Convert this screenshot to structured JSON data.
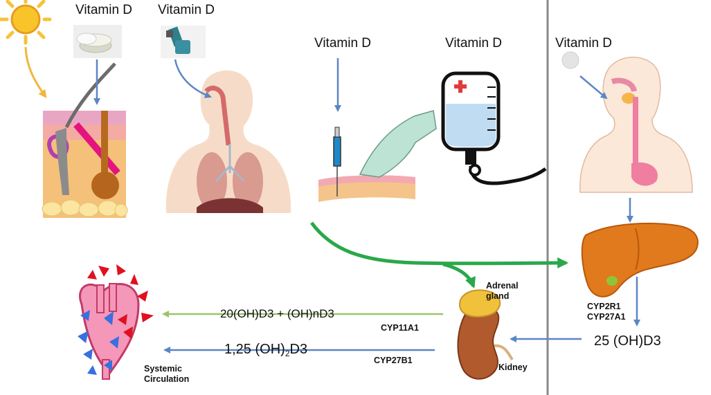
{
  "sources": {
    "sun_label": "Vitamin D",
    "inhaler_label": "Vitamin D",
    "injection_label": "Vitamin D",
    "iv_label": "Vitamin D",
    "oral_label": "Vitamin D"
  },
  "organs": {
    "adrenal_line1": "Adrenal",
    "adrenal_line2": "gland",
    "kidney": "Kidney",
    "systemic_line1": "Systemic",
    "systemic_line2": "Circulation"
  },
  "enzymes": {
    "liver_1": "CYP2R1",
    "liver_2": "CYP27A1",
    "adrenal": "CYP11A1",
    "kidney": "CYP27B1"
  },
  "metabolites": {
    "hydroxy_25": "25 (OH)D3",
    "adrenal_products": "20(OH)D3 + (OH)nD3",
    "calcitriol_prefix": "1,25 (OH)",
    "calcitriol_sub": "2",
    "calcitriol_suffix": "D3"
  },
  "colors": {
    "sun_arrow": "#f0b73c",
    "main_arrow": "#2aa84a",
    "blue_arrow": "#5b86c4",
    "green_light_arrow": "#9cc36a",
    "divider": "#8a8a8a"
  }
}
